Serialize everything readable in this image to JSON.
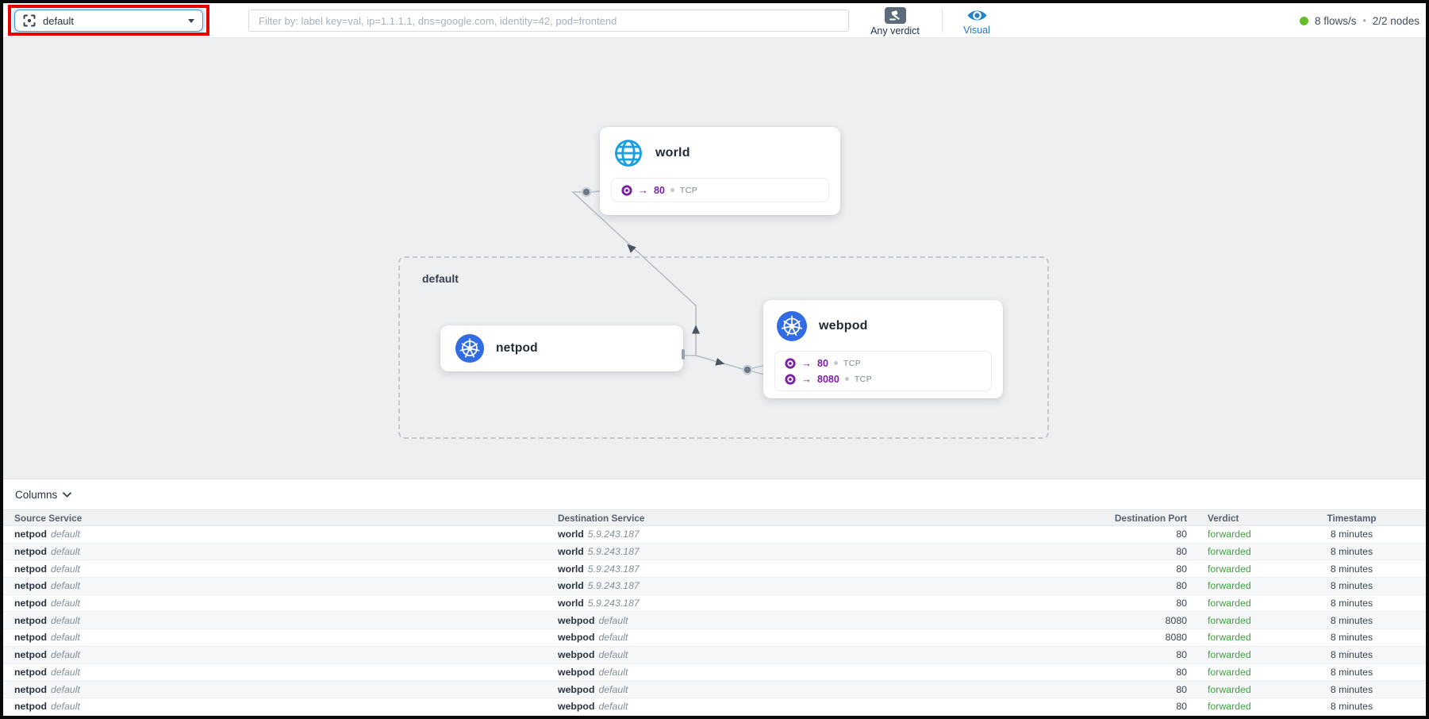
{
  "toolbar": {
    "namespace": {
      "selected": "default",
      "icon": "namespace-icon"
    },
    "filter": {
      "placeholder": "Filter by: label key=val, ip=1.1.1.1, dns=google.com, identity=42, pod=frontend"
    },
    "verdict_filter": {
      "label": "Any verdict",
      "icon": "gavel-icon"
    },
    "view_mode": {
      "label": "Visual",
      "icon": "eye-icon"
    },
    "status": {
      "flows_rate": "8 flows/s",
      "separator": "•",
      "nodes": "2/2 nodes"
    }
  },
  "map": {
    "namespace_label": "default",
    "nodes": [
      {
        "title": "world",
        "icon": "globe-icon",
        "ports": [
          {
            "port": "80",
            "protocol": "TCP"
          }
        ]
      },
      {
        "title": "netpod",
        "icon": "kubernetes-icon",
        "ports": []
      },
      {
        "title": "webpod",
        "icon": "kubernetes-icon",
        "ports": [
          {
            "port": "80",
            "protocol": "TCP"
          },
          {
            "port": "8080",
            "protocol": "TCP"
          }
        ]
      }
    ]
  },
  "table": {
    "columns_button": "Columns",
    "headers": {
      "source": "Source Service",
      "destination": "Destination Service",
      "port": "Destination Port",
      "verdict": "Verdict",
      "timestamp": "Timestamp"
    },
    "rows": [
      {
        "source": "netpod",
        "source_meta": "default",
        "destination": "world",
        "destination_meta": "5.9.243.187",
        "port": "80",
        "verdict": "forwarded",
        "timestamp": "8 minutes"
      },
      {
        "source": "netpod",
        "source_meta": "default",
        "destination": "world",
        "destination_meta": "5.9.243.187",
        "port": "80",
        "verdict": "forwarded",
        "timestamp": "8 minutes"
      },
      {
        "source": "netpod",
        "source_meta": "default",
        "destination": "world",
        "destination_meta": "5.9.243.187",
        "port": "80",
        "verdict": "forwarded",
        "timestamp": "8 minutes"
      },
      {
        "source": "netpod",
        "source_meta": "default",
        "destination": "world",
        "destination_meta": "5.9.243.187",
        "port": "80",
        "verdict": "forwarded",
        "timestamp": "8 minutes"
      },
      {
        "source": "netpod",
        "source_meta": "default",
        "destination": "world",
        "destination_meta": "5.9.243.187",
        "port": "80",
        "verdict": "forwarded",
        "timestamp": "8 minutes"
      },
      {
        "source": "netpod",
        "source_meta": "default",
        "destination": "webpod",
        "destination_meta": "default",
        "port": "8080",
        "verdict": "forwarded",
        "timestamp": "8 minutes"
      },
      {
        "source": "netpod",
        "source_meta": "default",
        "destination": "webpod",
        "destination_meta": "default",
        "port": "8080",
        "verdict": "forwarded",
        "timestamp": "8 minutes"
      },
      {
        "source": "netpod",
        "source_meta": "default",
        "destination": "webpod",
        "destination_meta": "default",
        "port": "80",
        "verdict": "forwarded",
        "timestamp": "8 minutes"
      },
      {
        "source": "netpod",
        "source_meta": "default",
        "destination": "webpod",
        "destination_meta": "default",
        "port": "80",
        "verdict": "forwarded",
        "timestamp": "8 minutes"
      },
      {
        "source": "netpod",
        "source_meta": "default",
        "destination": "webpod",
        "destination_meta": "default",
        "port": "80",
        "verdict": "forwarded",
        "timestamp": "8 minutes"
      },
      {
        "source": "netpod",
        "source_meta": "default",
        "destination": "webpod",
        "destination_meta": "default",
        "port": "80",
        "verdict": "forwarded",
        "timestamp": "8 minutes"
      }
    ]
  },
  "colors": {
    "annotation_red": "#e60300",
    "accent_blue": "#2178c4",
    "k8s_blue": "#326ce5",
    "globe_blue": "#1a9fe0",
    "port_purple": "#7b1fa2",
    "verdict_forwarded": "#3aa33a",
    "status_dot_green": "#66bd2b"
  }
}
